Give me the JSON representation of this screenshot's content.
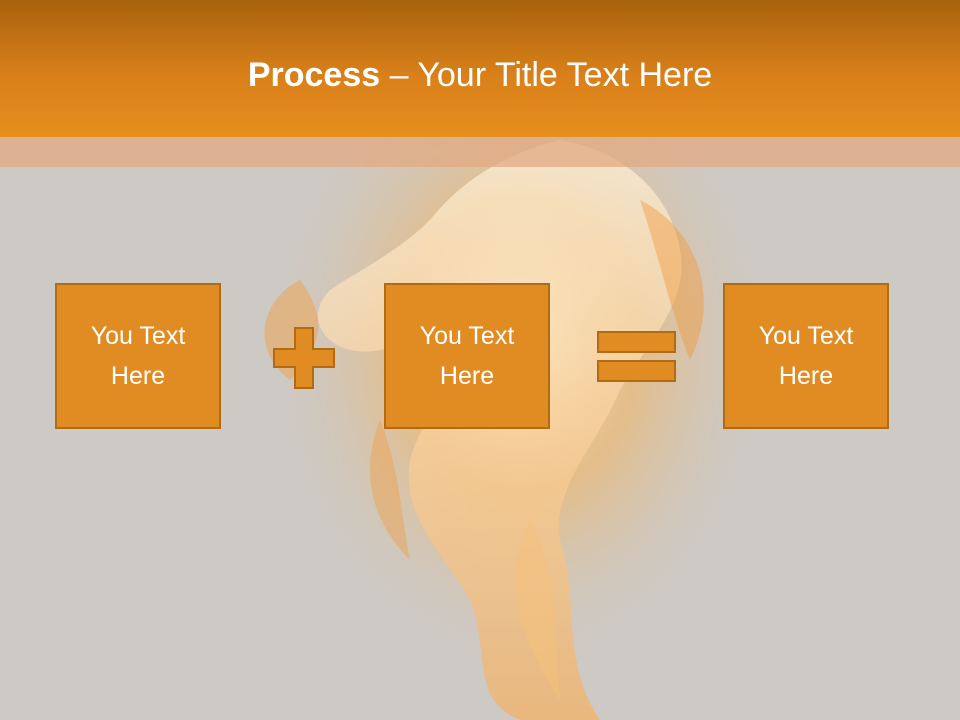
{
  "title": {
    "bold": "Process",
    "dash": " – ",
    "rest": "Your Title Text Here"
  },
  "boxes": [
    {
      "text": "You Text Here"
    },
    {
      "text": "You Text Here"
    },
    {
      "text": "You Text Here"
    }
  ],
  "operators": [
    "plus-icon",
    "equals-icon"
  ],
  "colors": {
    "accent": "#e08c22",
    "border": "#b06b14",
    "title_bar": "#d9801a",
    "background": "#cdc9c4"
  }
}
